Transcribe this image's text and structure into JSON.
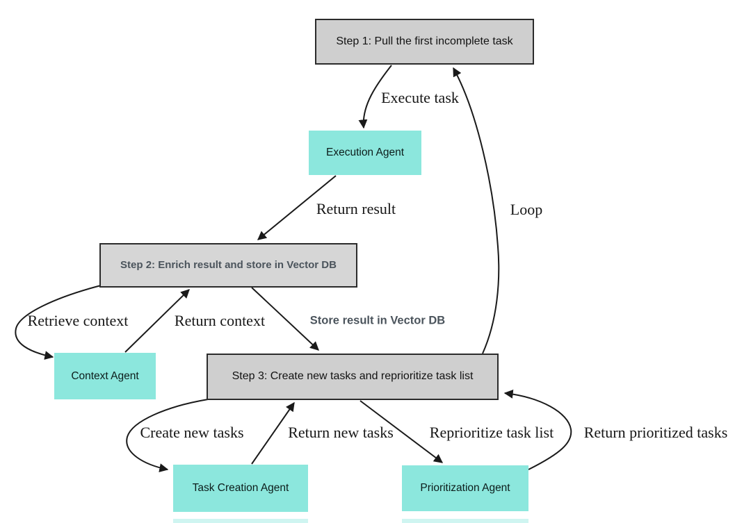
{
  "diagram": {
    "nodes": {
      "step1": {
        "label": "Step 1: Pull the first incomplete task",
        "type": "step"
      },
      "execution_agent": {
        "label": "Execution Agent",
        "type": "agent"
      },
      "step2": {
        "label": "Step 2: Enrich result and store in Vector DB",
        "type": "step"
      },
      "context_agent": {
        "label": "Context Agent",
        "type": "agent"
      },
      "step3": {
        "label": "Step 3: Create new tasks and reprioritize task list",
        "type": "step"
      },
      "task_creation_agent": {
        "label": "Task Creation Agent",
        "type": "agent"
      },
      "prioritization_agent": {
        "label": "Prioritization Agent",
        "type": "agent"
      }
    },
    "edges": {
      "execute_task": {
        "label": "Execute task",
        "from": "step1",
        "to": "execution_agent"
      },
      "return_result": {
        "label": "Return result",
        "from": "execution_agent",
        "to": "step2"
      },
      "retrieve_context": {
        "label": "Retrieve context",
        "from": "step2",
        "to": "context_agent"
      },
      "return_context": {
        "label": "Return context",
        "from": "context_agent",
        "to": "step2"
      },
      "store_result": {
        "label": "Store result in Vector DB",
        "from": "step2",
        "to": "step3"
      },
      "loop": {
        "label": "Loop",
        "from": "step3",
        "to": "step1"
      },
      "create_new_tasks": {
        "label": "Create new tasks",
        "from": "step3",
        "to": "task_creation_agent"
      },
      "return_new_tasks": {
        "label": "Return new tasks",
        "from": "task_creation_agent",
        "to": "step3"
      },
      "reprioritize_task_list": {
        "label": "Reprioritize task list",
        "from": "step3",
        "to": "prioritization_agent"
      },
      "return_prioritized_tasks": {
        "label": "Return prioritized tasks",
        "from": "prioritization_agent",
        "to": "step3"
      }
    },
    "colors": {
      "step_fill": "#cfcfcf",
      "step2_fill": "#d6d6d6",
      "agent_fill": "#8ce7dd",
      "border": "#2b2b2b",
      "edge": "#1a1a1a",
      "muted_text": "#4b545c"
    }
  }
}
